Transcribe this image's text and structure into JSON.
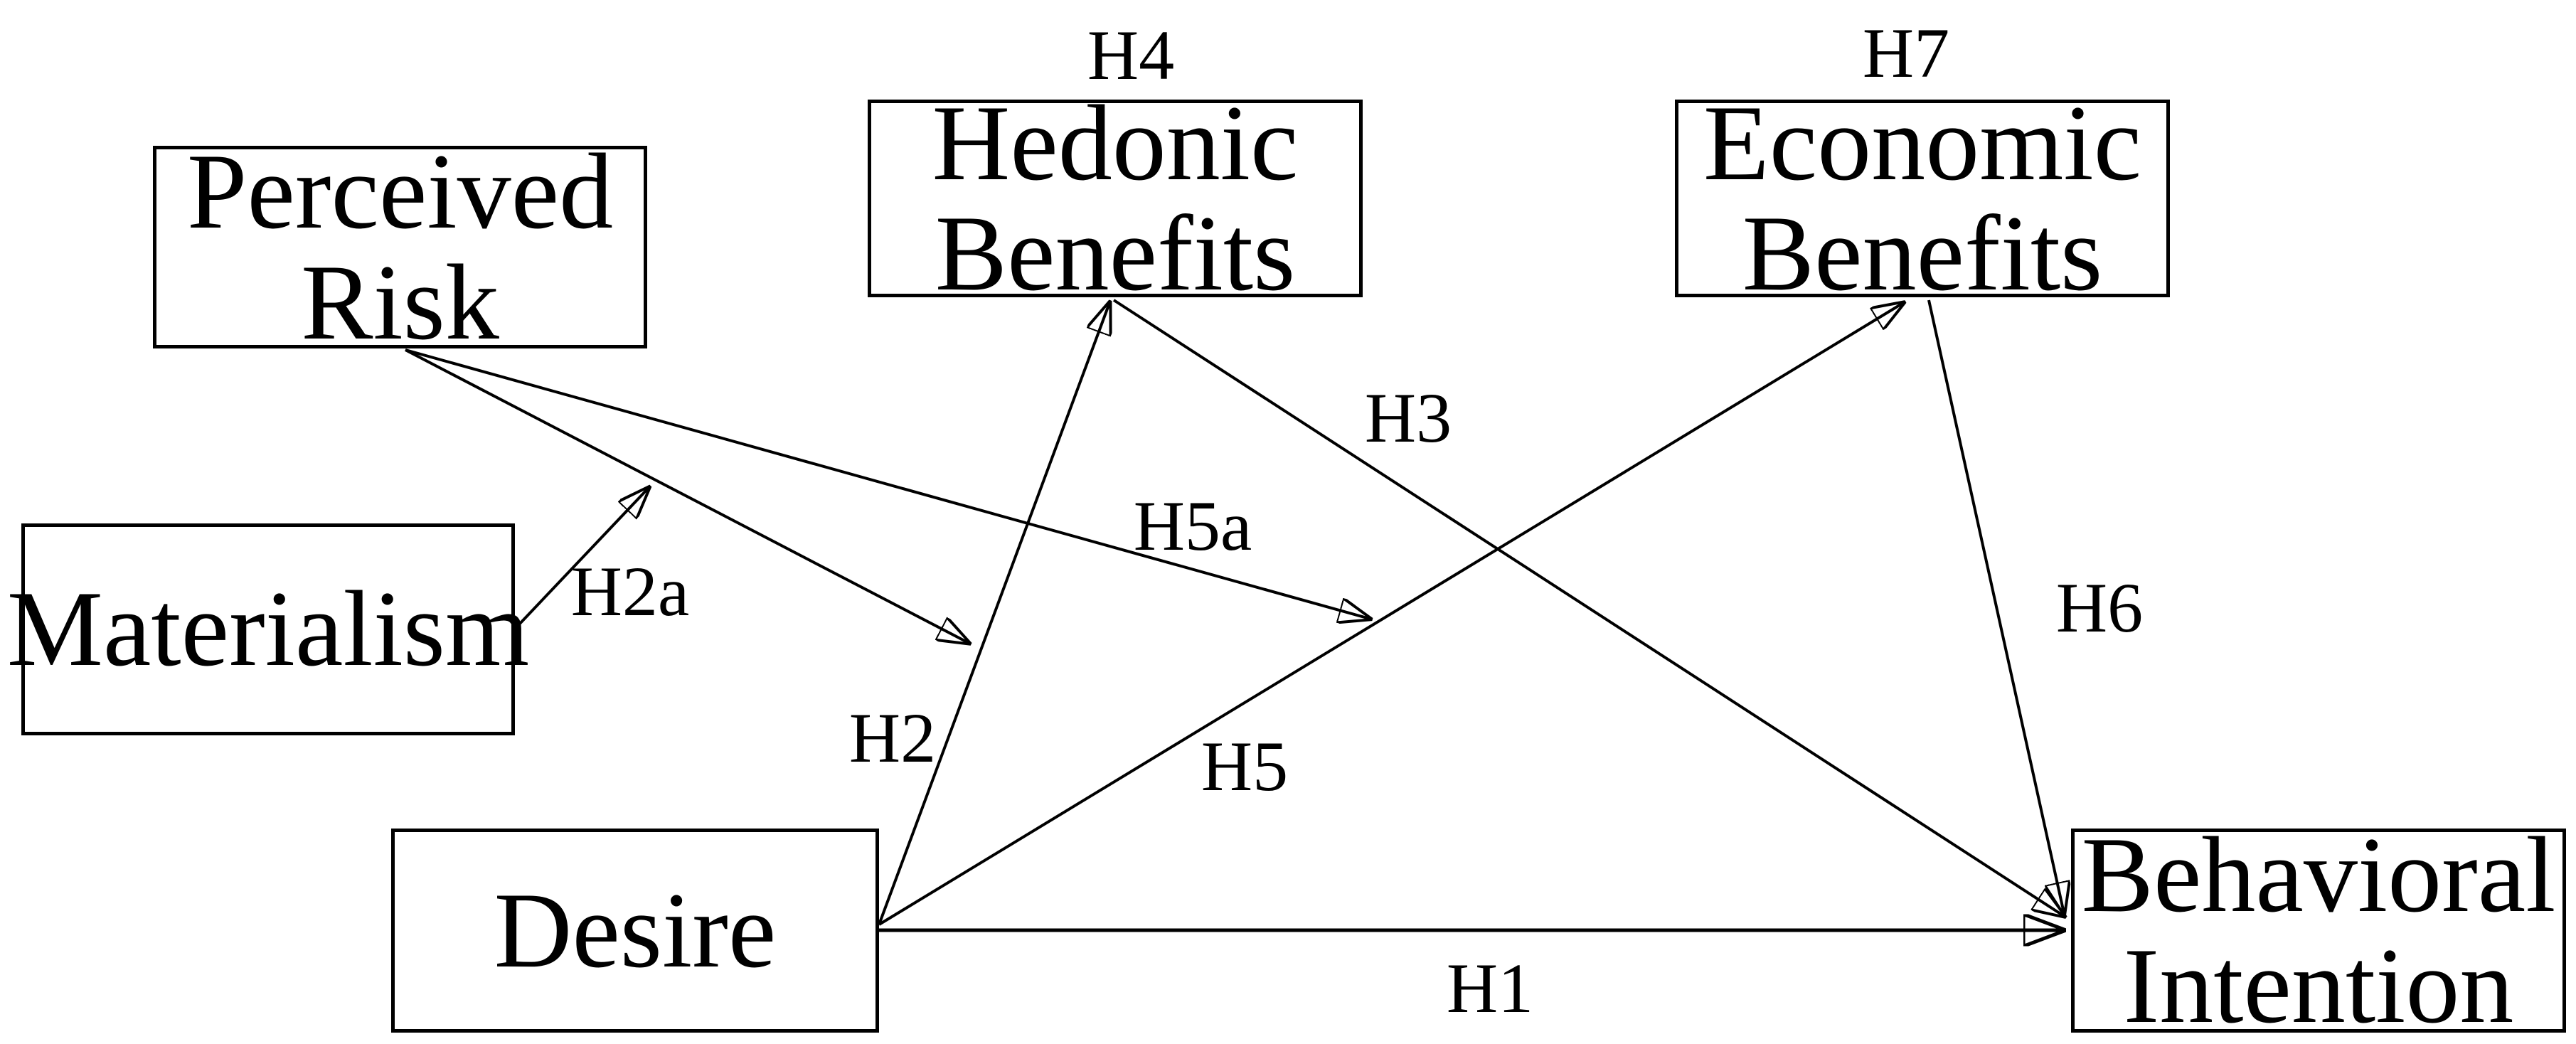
{
  "figure": {
    "type": "path-diagram",
    "background_color": "#ffffff",
    "line_color": "#000000",
    "text_color": "#000000"
  },
  "nodes": {
    "perceived_risk": {
      "label": "Perceived Risk"
    },
    "materialism": {
      "label": "Materialism"
    },
    "hedonic_benefits": {
      "label": "Hedonic Benefits"
    },
    "economic_benefits": {
      "label": "Economic Benefits"
    },
    "desire": {
      "label": "Desire"
    },
    "behavioral_intention": {
      "label": "Behavioral Intention"
    }
  },
  "hypothesis_labels": {
    "h1": "H1",
    "h2": "H2",
    "h2a": "H2a",
    "h3": "H3",
    "h4": "H4",
    "h5": "H5",
    "h5a": "H5a",
    "h6": "H6",
    "h7": "H7"
  },
  "edges": [
    {
      "label": "H1",
      "from": "Desire",
      "to": "Behavioral Intention",
      "style": "direct arrow, horizontal, bold"
    },
    {
      "label": "H2",
      "from": "Desire",
      "to": "Hedonic Benefits",
      "style": "direct arrow"
    },
    {
      "label": "H3",
      "from": "Hedonic Benefits",
      "to": "Behavioral Intention",
      "style": "direct arrow"
    },
    {
      "label": "H5",
      "from": "Desire",
      "to": "Economic Benefits",
      "style": "direct arrow"
    },
    {
      "label": "H6",
      "from": "Economic Benefits",
      "to": "Behavioral Intention",
      "style": "direct arrow"
    },
    {
      "label": "",
      "from": "Perceived Risk",
      "to": "Desire-to-Hedonic-Benefits path",
      "style": "moderation arrow pointing at path"
    },
    {
      "label": "H5a",
      "from": "Perceived Risk",
      "to": "Desire-to-Economic-Benefits path",
      "style": "moderation arrow pointing at path"
    },
    {
      "label": "H2a",
      "from": "Materialism",
      "to": "Perceived Risk moderation arrow",
      "style": "moderation arrow pointing at arrow"
    }
  ],
  "annotations": [
    {
      "label": "H4",
      "position": "above Hedonic Benefits box"
    },
    {
      "label": "H7",
      "position": "above Economic Benefits box"
    }
  ]
}
